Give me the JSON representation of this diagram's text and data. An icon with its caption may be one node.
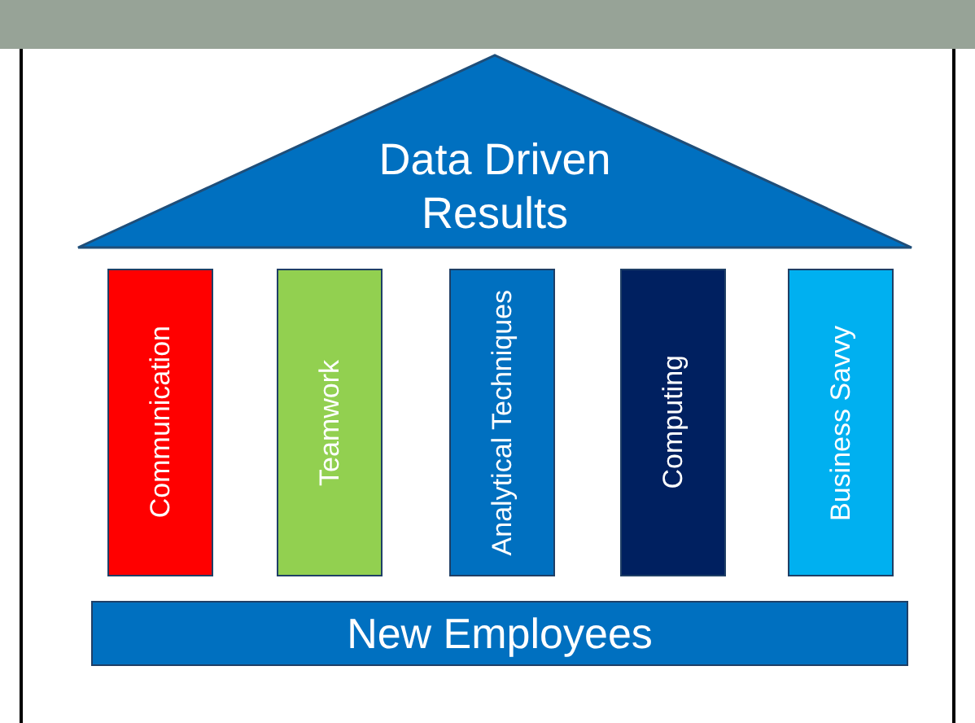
{
  "diagram": {
    "nodes": [
      {
        "text": [
          "Data Driven Results"
        ]
      },
      {
        "text": [
          "Communication"
        ]
      },
      {
        "text": [
          "Teamwork"
        ]
      },
      {
        "text": [
          "Analytical Techniques"
        ]
      },
      {
        "text": [
          "Computing"
        ]
      },
      {
        "text": [
          "Business Savvy"
        ]
      },
      {
        "text": [
          "New Employees"
        ]
      }
    ]
  }
}
